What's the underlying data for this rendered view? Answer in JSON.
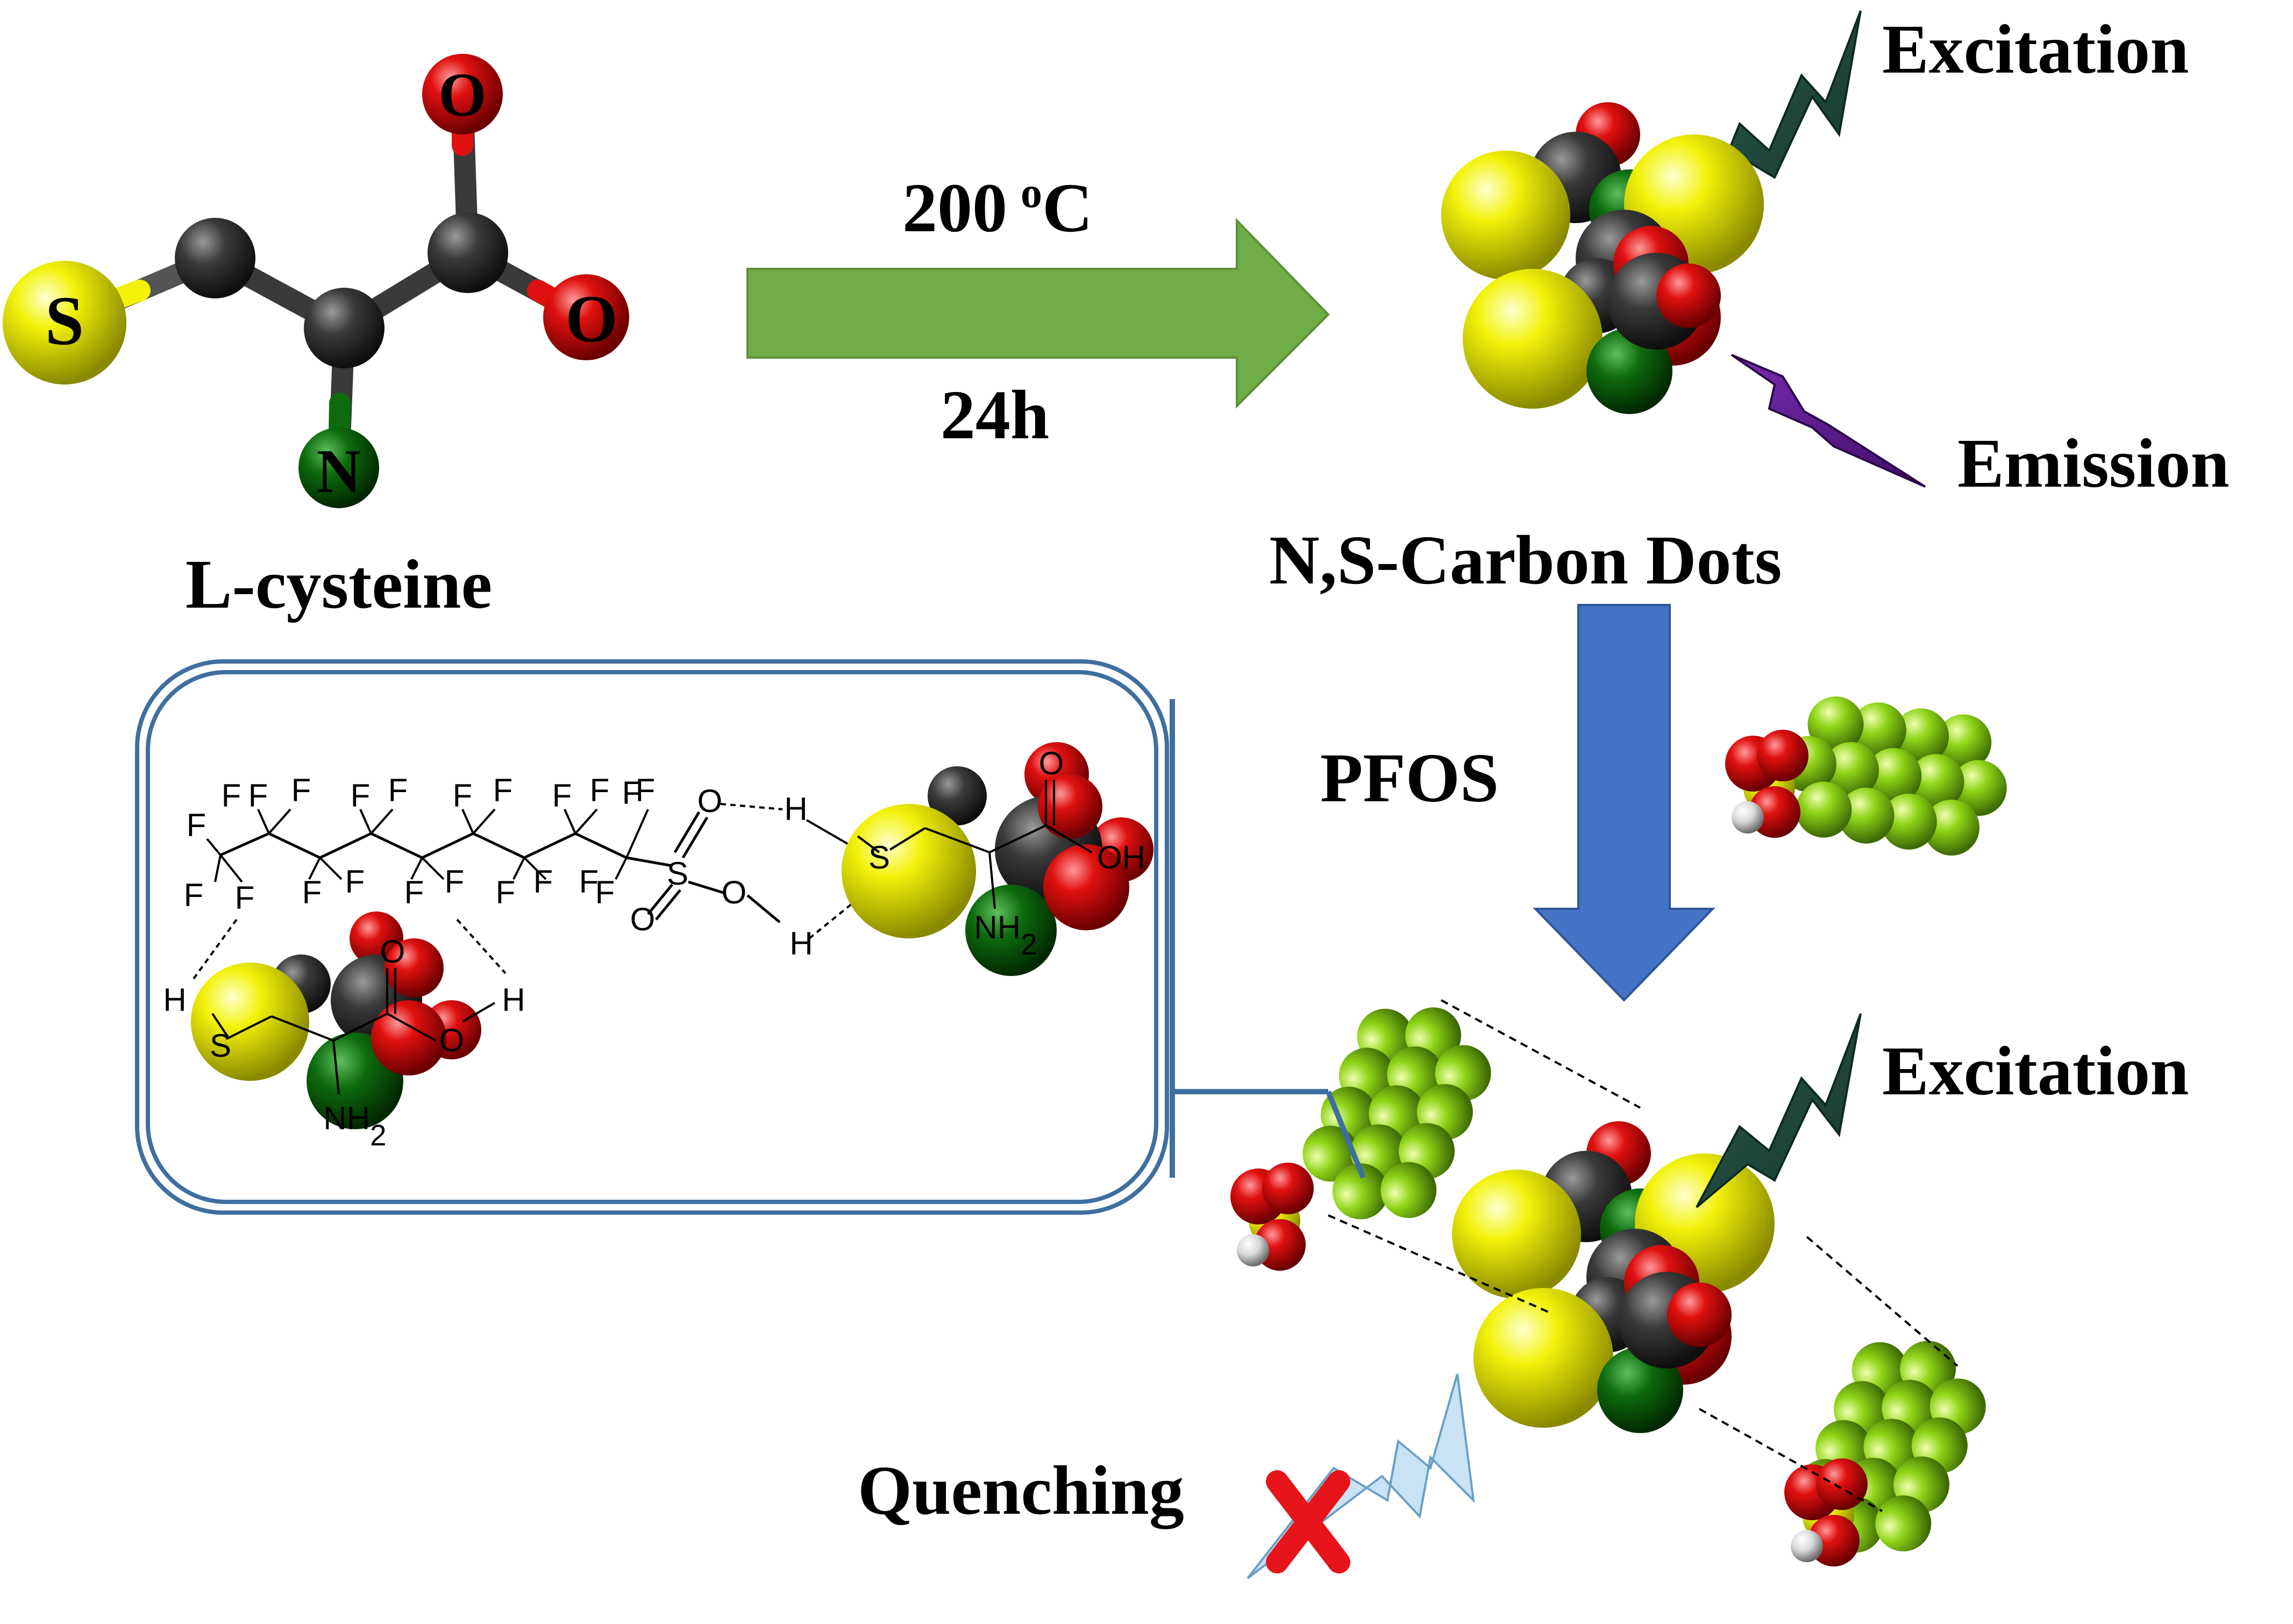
{
  "colors": {
    "sulfur": "#f2f20a",
    "oxygen": "#e01010",
    "nitrogen": "#0d6b0d",
    "carbon": "#3a3a3a",
    "fluorine": "#8fd418",
    "hydrogen": "#e8e8e8",
    "green_arrow": "#70ad47",
    "blue_arrow": "#4472c4",
    "excitation_bolt": "#1e4a3e",
    "emission_bolt": "#5b1a8c",
    "quench_bolt": "#c9e3f4",
    "box_border": "#3f6fa0",
    "cross": "#e8141b"
  },
  "reactant": {
    "name": "L-cysteine",
    "atom_labels": {
      "sulfur": "S",
      "oxygen_top": "O",
      "oxygen_right": "O",
      "nitrogen": "N"
    }
  },
  "reaction": {
    "temperature_value": "200",
    "temperature_sup": "o",
    "temperature_unit": "C",
    "time": "24h"
  },
  "product": {
    "name": "N,S-Carbon Dots",
    "excitation_label": "Excitation",
    "emission_label": "Emission"
  },
  "analyte": {
    "name": "PFOS"
  },
  "complex": {
    "excitation_label": "Excitation",
    "quenching_label": "Quenching"
  },
  "inset": {
    "fluorine_symbol": "F",
    "hydrogen_symbol": "H",
    "oxygen_symbol": "O",
    "sulfur_symbol": "S",
    "hydroxyl_symbol": "OH",
    "amine_base": "NH",
    "amine_sub": "2"
  }
}
